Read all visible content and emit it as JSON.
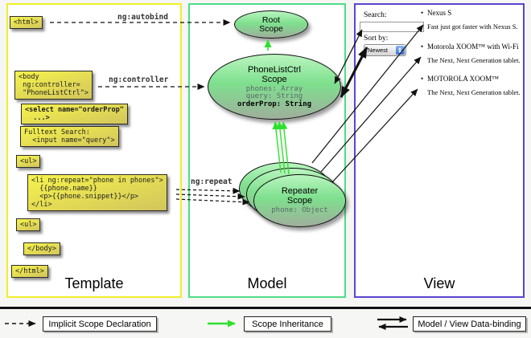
{
  "columns": {
    "template": {
      "label": "Template"
    },
    "model": {
      "label": "Model"
    },
    "view": {
      "label": "View"
    }
  },
  "template_boxes": {
    "html_open": "<html>",
    "body_open": "<body\n ng:controller=\n \"PhoneListCtrl\">",
    "select": "<select name=\"orderProp\"\n  ...>",
    "fulltext": "Fulltext Search:\n  <input name=\"query\">",
    "ul_open": "<ul>",
    "li_repeat": "<li ng:repeat=\"phone in phones\">\n  {{phone.name}}\n  <p>{{phone.snippet}}</p>\n</li>",
    "ul_close": "<ul>",
    "body_close": "</body>",
    "html_close": "</html>"
  },
  "arrow_labels": {
    "autobind": "ng:autobind",
    "controller": "ng:controller",
    "repeat": "ng:repeat"
  },
  "scopes": {
    "root": {
      "title": "Root\nScope"
    },
    "phone_list": {
      "title": "PhoneListCtrl\nScope",
      "prop1": "phones: Array",
      "prop2": "query: String",
      "prop3": "orderProp: String"
    },
    "repeater": {
      "title": "Repeater\nScope",
      "prop": "phone: Object"
    }
  },
  "view_panel": {
    "search_label": "Search:",
    "search_value": "",
    "sort_label": "Sort by:",
    "sort_value": "Newest",
    "items": [
      {
        "name": "Nexus S",
        "snippet": "Fast just got faster with Nexus S."
      },
      {
        "name": "Motorola XOOM™ with Wi-Fi",
        "snippet": "The Next, Next Generation tablet."
      },
      {
        "name": "MOTOROLA XOOM™",
        "snippet": "The Next, Next Generation tablet."
      }
    ]
  },
  "legend": {
    "implicit": "Implicit Scope Declaration",
    "inheritance": "Scope Inheritance",
    "databinding": "Model / View Data-binding"
  },
  "colors": {
    "template_border": "#f0ee2a",
    "model_border": "#4fdc89",
    "view_border": "#5b45cf",
    "code_box_top": "#f6f34c",
    "code_box_bottom": "#d2c55c",
    "scope_top": "#baf5c0",
    "scope_mid": "#7ee08e",
    "scope_bottom": "#9fae9c",
    "inherit_green": "#2ee02e",
    "arrow_black": "#111111"
  }
}
